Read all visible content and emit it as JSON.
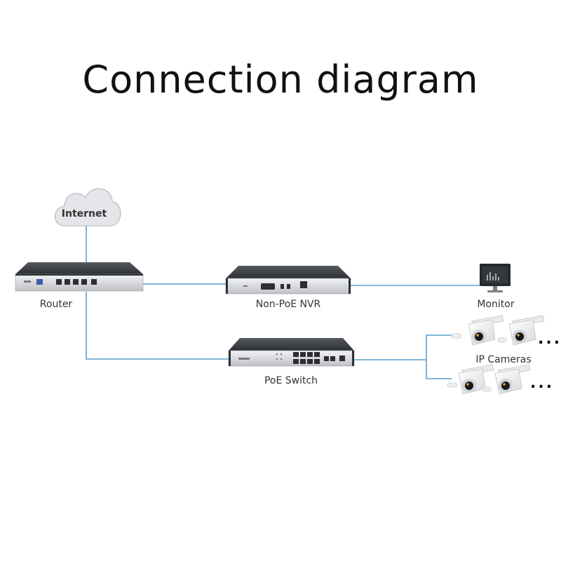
{
  "title": "Connection diagram",
  "nodes": {
    "internet": "Internet",
    "router": "Router",
    "nvr": "Non-PoE NVR",
    "monitor": "Monitor",
    "poe_switch": "PoE Switch",
    "cameras": "IP Cameras",
    "more_cameras_1": "...",
    "more_cameras_2": "..."
  },
  "colors": {
    "cable": "#5a9fd0",
    "device_top": "#3a3d42",
    "device_front": "#d8d9dc"
  },
  "icons": [
    "cloud-icon",
    "router-icon",
    "nvr-icon",
    "monitor-icon",
    "switch-icon",
    "camera-icon"
  ]
}
